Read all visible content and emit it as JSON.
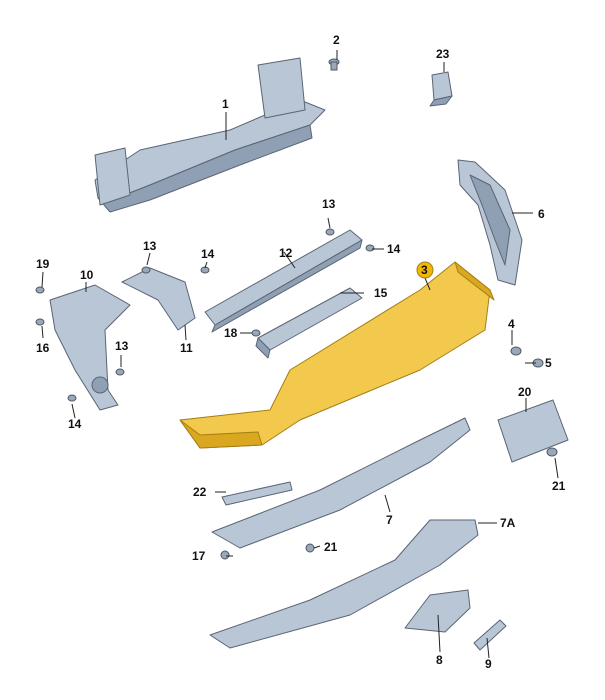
{
  "callouts": {
    "c1": "1",
    "c2": "2",
    "c3": "3",
    "c4": "4",
    "c5": "5",
    "c6": "6",
    "c7": "7",
    "c7a": "7A",
    "c8": "8",
    "c9": "9",
    "c10": "10",
    "c11": "11",
    "c12": "12",
    "c13a": "13",
    "c13b": "13",
    "c13c": "13",
    "c14a": "14",
    "c14b": "14",
    "c14c": "14",
    "c15": "15",
    "c16": "16",
    "c17": "17",
    "c18": "18",
    "c19": "19",
    "c20": "20",
    "c21a": "21",
    "c21b": "21",
    "c22": "22",
    "c23": "23"
  },
  "colors": {
    "parts": "#b9c6d6",
    "highlight": "#f2c94c",
    "badge": "#f2b705"
  }
}
